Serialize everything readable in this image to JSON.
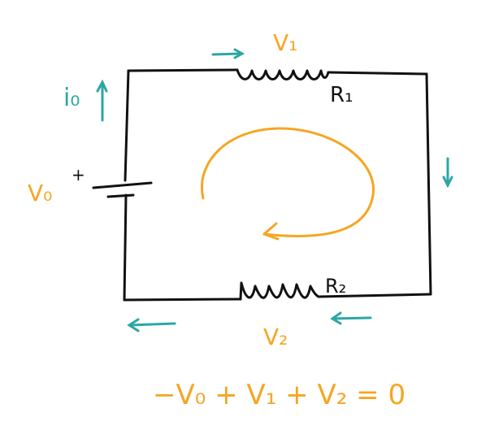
{
  "colors": {
    "ink": "#111111",
    "orange": "#F5A623",
    "teal": "#2AA7A5",
    "background": "#ffffff"
  },
  "labels": {
    "v1": "V₁",
    "r1": "R₁",
    "r2": "R₂",
    "v2": "V₂",
    "v0": "V₀",
    "i0": "i₀",
    "plus": "+",
    "equation": "−V₀ + V₁ + V₂ = 0"
  },
  "icons": {
    "current_up": "arrow-up-icon",
    "top_right": "arrow-right-icon",
    "right_down": "arrow-down-icon",
    "bottom_left": "arrow-left-icon",
    "loop": "clockwise-loop-arrow-icon"
  }
}
